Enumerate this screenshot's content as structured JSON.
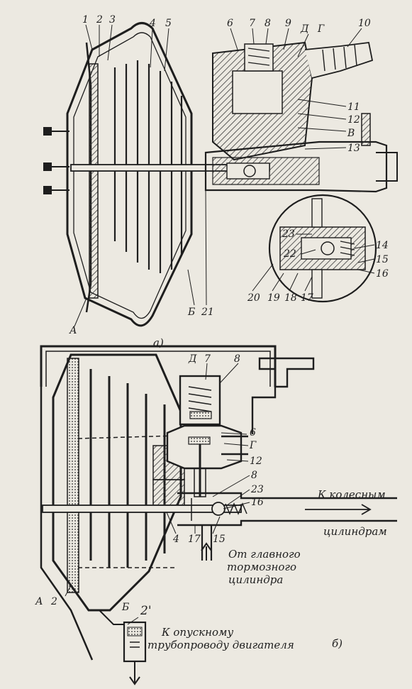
{
  "figure_a": {
    "caption": "а)",
    "numeric_labels": [
      "1",
      "2",
      "3",
      "4",
      "5",
      "6",
      "7",
      "8",
      "9",
      "10",
      "11",
      "12",
      "13",
      "14",
      "15",
      "16",
      "17",
      "18",
      "19",
      "20",
      "21",
      "22",
      "23"
    ],
    "letter_labels": [
      "А",
      "Б",
      "В",
      "Г",
      "Д"
    ]
  },
  "figure_b": {
    "caption": "б)",
    "numeric_labels": [
      "7",
      "8",
      "6",
      "12",
      "8",
      "23",
      "16",
      "4",
      "17",
      "15",
      "2",
      "2'"
    ],
    "letter_labels": [
      "Д",
      "Г",
      "А",
      "Б"
    ],
    "text_wheel": "К колесным цилиндрам",
    "text_wheel_lines": [
      "К колесным",
      "цилиндрам"
    ],
    "text_master_lines": [
      "От главного",
      "тормозного",
      "цилиндра"
    ],
    "text_intake_lines": [
      "К опускному",
      "трубопроводу двигателя"
    ]
  },
  "colors": {
    "paper": "#ece9e1",
    "ink": "#1e1e1e",
    "hatch": "#3a3a3a",
    "faded_text": "#b9b5ab"
  }
}
